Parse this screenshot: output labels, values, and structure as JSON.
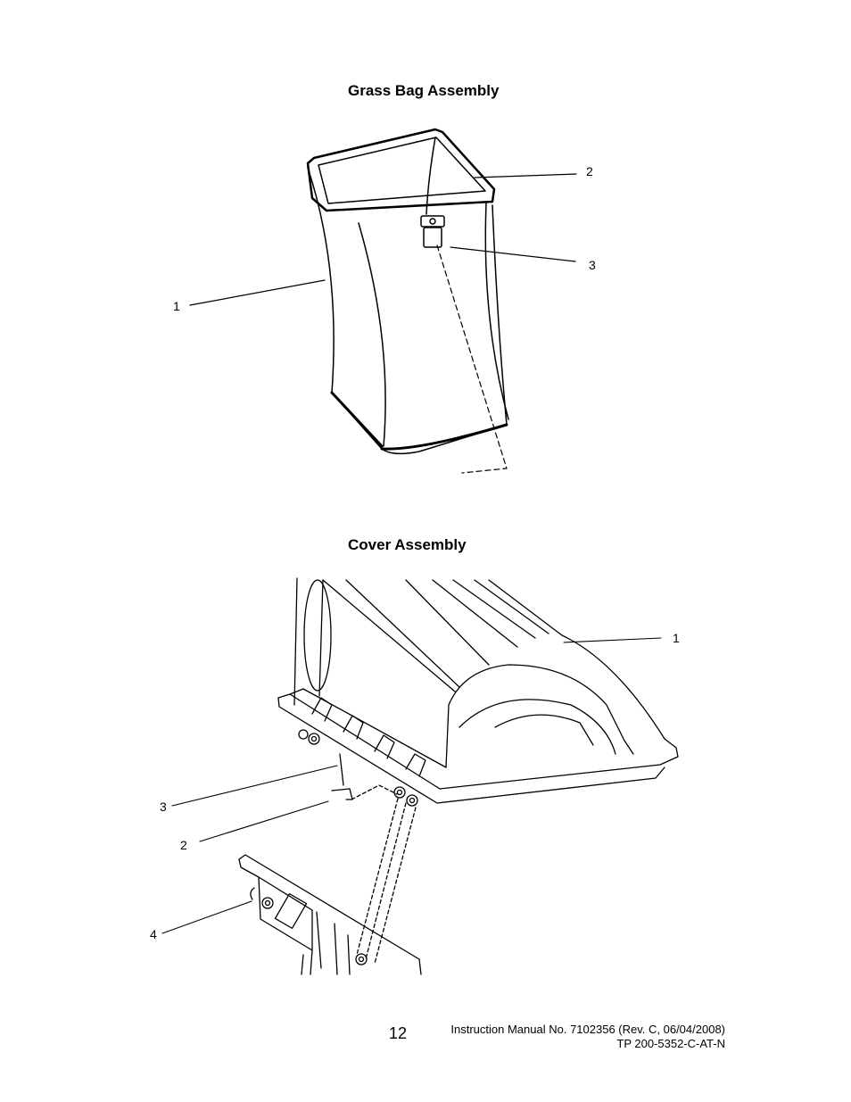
{
  "grass_bag": {
    "title": "Grass Bag Assembly",
    "callouts": [
      "1",
      "2",
      "3"
    ]
  },
  "cover": {
    "title": "Cover Assembly",
    "callouts": [
      "1",
      "2",
      "3",
      "4"
    ]
  },
  "footer": {
    "page_number": "12",
    "manual_line": "Instruction Manual No. 7102356  (Rev. C, 06/04/2008)",
    "tp_line": "TP 200-5352-C-AT-N"
  }
}
